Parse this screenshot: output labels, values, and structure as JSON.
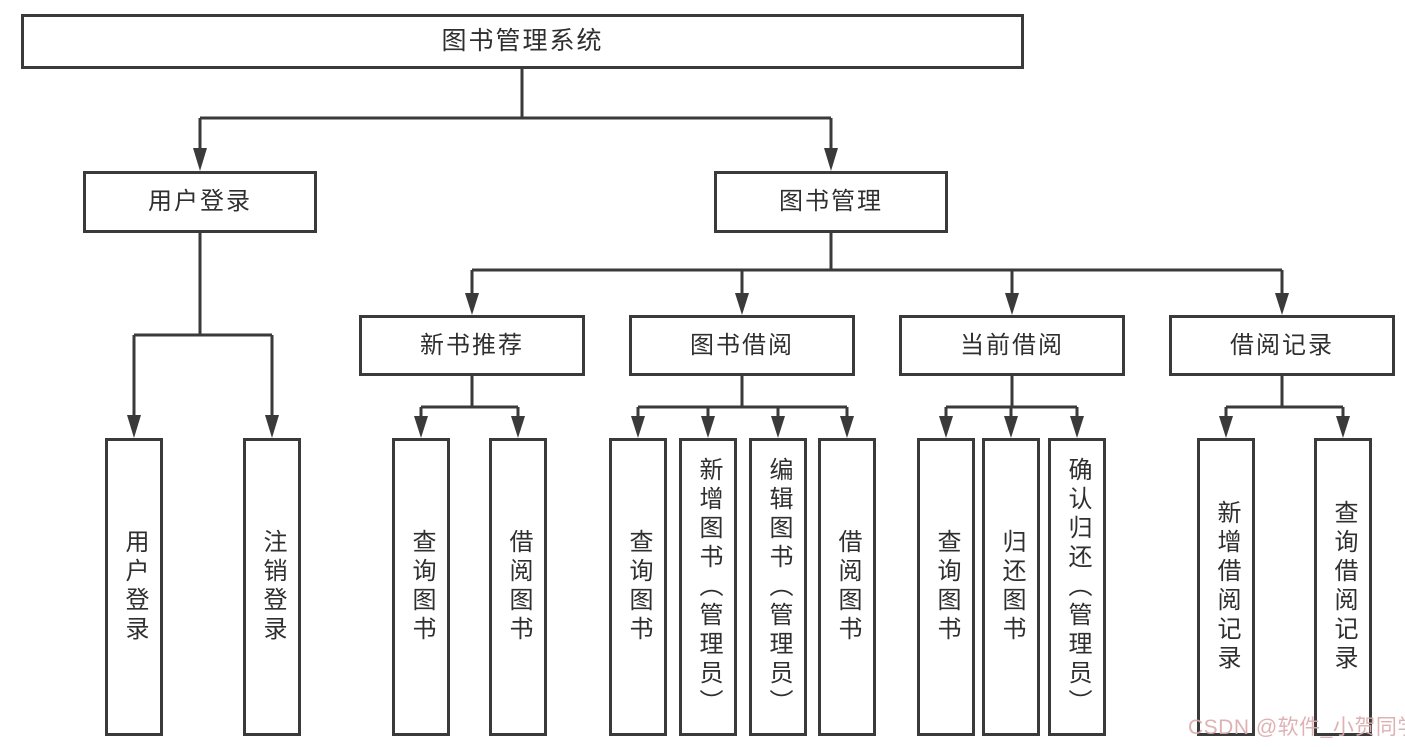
{
  "diagram": {
    "root_label": "图书管理系统",
    "branches": {
      "user_login": {
        "label": "用户登录",
        "leaves": [
          "用户登录",
          "注销登录"
        ]
      },
      "book_management": {
        "label": "图书管理"
      },
      "new_book_recommend": {
        "label": "新书推荐",
        "leaves": [
          "查询图书",
          "借阅图书"
        ]
      },
      "book_borrow": {
        "label": "图书借阅",
        "leaves": [
          "查询图书",
          "新增图书（管理员）",
          "编辑图书（管理员）",
          "借阅图书"
        ]
      },
      "current_borrow": {
        "label": "当前借阅",
        "leaves": [
          "查询图书",
          "归还图书",
          "确认归还（管理员）"
        ]
      },
      "borrow_record": {
        "label": "借阅记录",
        "leaves": [
          "新增借阅记录",
          "查询借阅记录"
        ]
      }
    }
  },
  "watermark": {
    "text": "CSDN @软件_小贺同学",
    "color": "#dcacad"
  },
  "colors": {
    "line": "#3a3a3a",
    "text": "#2f2f2f",
    "background": "#ffffff"
  }
}
